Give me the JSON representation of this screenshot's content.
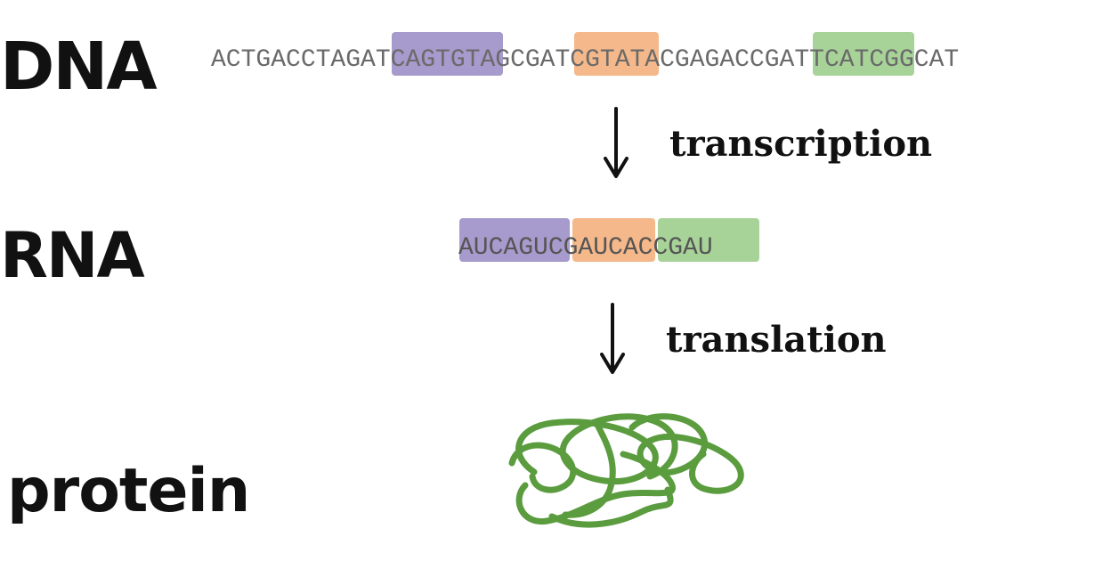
{
  "labels": {
    "dna": "DNA",
    "rna": "RNA",
    "protein": "protein"
  },
  "dna": {
    "segments": [
      "ACTGACCTAG",
      "ATCAGT",
      "GTAGC",
      "GATC",
      "GTATACGAG",
      "ACCGA",
      "TTCATCGGCAT"
    ]
  },
  "rna": {
    "segments": [
      "AUCAGU",
      "CGAUC",
      "ACCGAU"
    ]
  },
  "steps": {
    "transcription": "transcription",
    "translation": "translation"
  },
  "colors": {
    "purple": "#a79acc",
    "orange": "#f4b88a",
    "green": "#a8d398",
    "protein": "#5a9c3e"
  }
}
